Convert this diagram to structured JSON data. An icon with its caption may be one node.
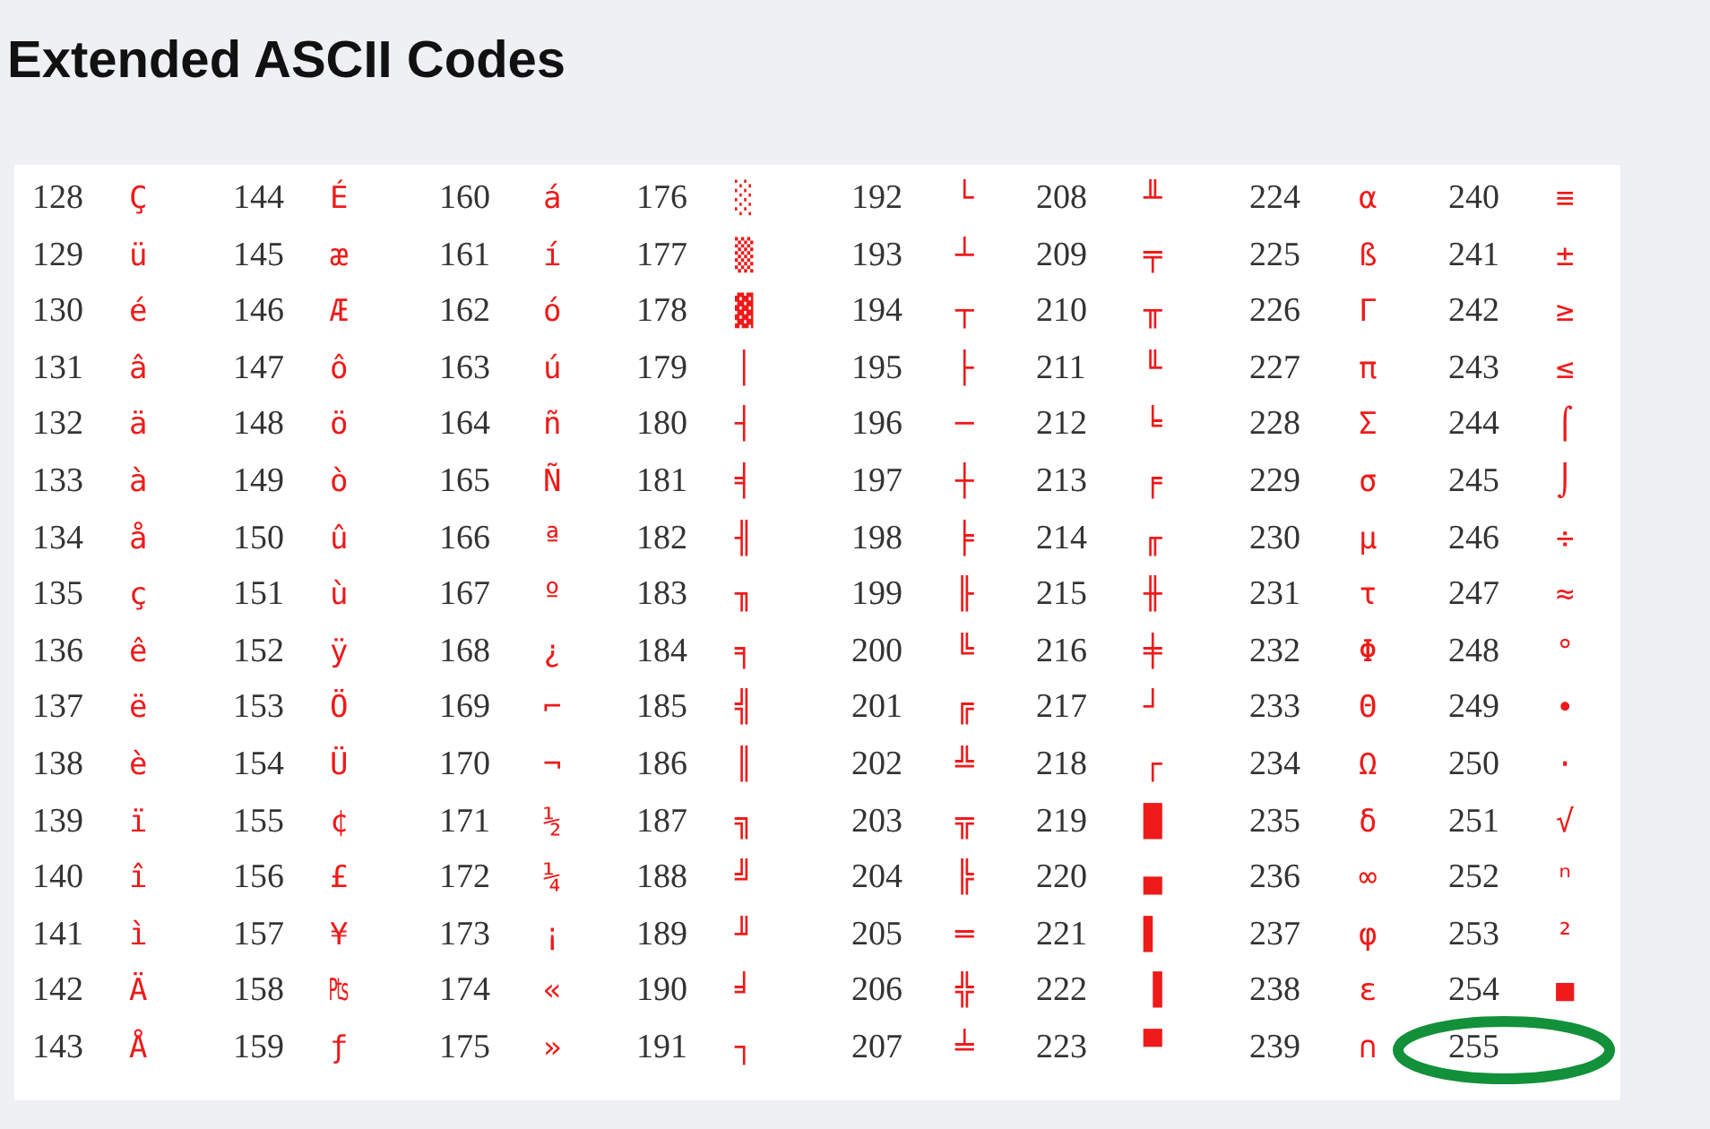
{
  "diagram": {
    "title": "Extended ASCII Codes",
    "labels": [
      "128",
      "Ç",
      "144",
      "É",
      "160",
      "á",
      "176",
      "░",
      "192",
      "└",
      "208",
      "╨",
      "224",
      "α",
      "240",
      "≡",
      "129",
      "ü",
      "145",
      "æ",
      "161",
      "í",
      "177",
      "▒",
      "193",
      "┴",
      "209",
      "╤",
      "225",
      "ß",
      "241",
      "±",
      "130",
      "é",
      "146",
      "Æ",
      "162",
      "ó",
      "178",
      "▓",
      "194",
      "┬",
      "210",
      "╥",
      "226",
      "Γ",
      "242",
      "≥",
      "131",
      "â",
      "147",
      "ô",
      "163",
      "ú",
      "179",
      "│",
      "195",
      "├",
      "211",
      "╙",
      "227",
      "π",
      "243",
      "≤",
      "132",
      "ä",
      "148",
      "ö",
      "164",
      "ñ",
      "180",
      "┤",
      "196",
      "─",
      "212",
      "╘",
      "228",
      "Σ",
      "244",
      "⌠",
      "133",
      "à",
      "149",
      "ò",
      "165",
      "Ñ",
      "181",
      "╡",
      "197",
      "┼",
      "213",
      "╒",
      "229",
      "σ",
      "245",
      "⌡",
      "134",
      "å",
      "150",
      "û",
      "166",
      "ª",
      "182",
      "╢",
      "198",
      "╞",
      "214",
      "╓",
      "230",
      "µ",
      "246",
      "÷",
      "135",
      "ç",
      "151",
      "ù",
      "167",
      "º",
      "183",
      "╖",
      "199",
      "╟",
      "215",
      "╫",
      "231",
      "τ",
      "247",
      "≈",
      "136",
      "ê",
      "152",
      "ÿ",
      "168",
      "¿",
      "184",
      "╕",
      "200",
      "╚",
      "216",
      "╪",
      "232",
      "Φ",
      "248",
      "°",
      "137",
      "ë",
      "153",
      "Ö",
      "169",
      "⌐",
      "185",
      "╣",
      "201",
      "╔",
      "217",
      "┘",
      "233",
      "Θ",
      "249",
      "∙",
      "138",
      "è",
      "154",
      "Ü",
      "170",
      "¬",
      "186",
      "║",
      "202",
      "╩",
      "218",
      "┌",
      "234",
      "Ω",
      "250",
      "·",
      "139",
      "ï",
      "155",
      "¢",
      "171",
      "½",
      "187",
      "╗",
      "203",
      "╦",
      "219",
      "█",
      "235",
      "δ",
      "251",
      "√",
      "140",
      "î",
      "156",
      "£",
      "172",
      "¼",
      "188",
      "╝",
      "204",
      "╠",
      "220",
      "▄",
      "236",
      "∞",
      "252",
      "ⁿ",
      "141",
      "ì",
      "157",
      "¥",
      "173",
      "¡",
      "189",
      "╜",
      "205",
      "═",
      "221",
      "▌",
      "237",
      "φ",
      "253",
      "²",
      "142",
      "Ä",
      "158",
      "₧",
      "174",
      "«",
      "190",
      "╛",
      "206",
      "╬",
      "222",
      "▐",
      "238",
      "ε",
      "254",
      "■",
      "143",
      "Å",
      "159",
      "ƒ",
      "175",
      "»",
      "191",
      "┐",
      "207",
      "╧",
      "223",
      "▀",
      "239",
      "∩",
      "255"
    ]
  }
}
